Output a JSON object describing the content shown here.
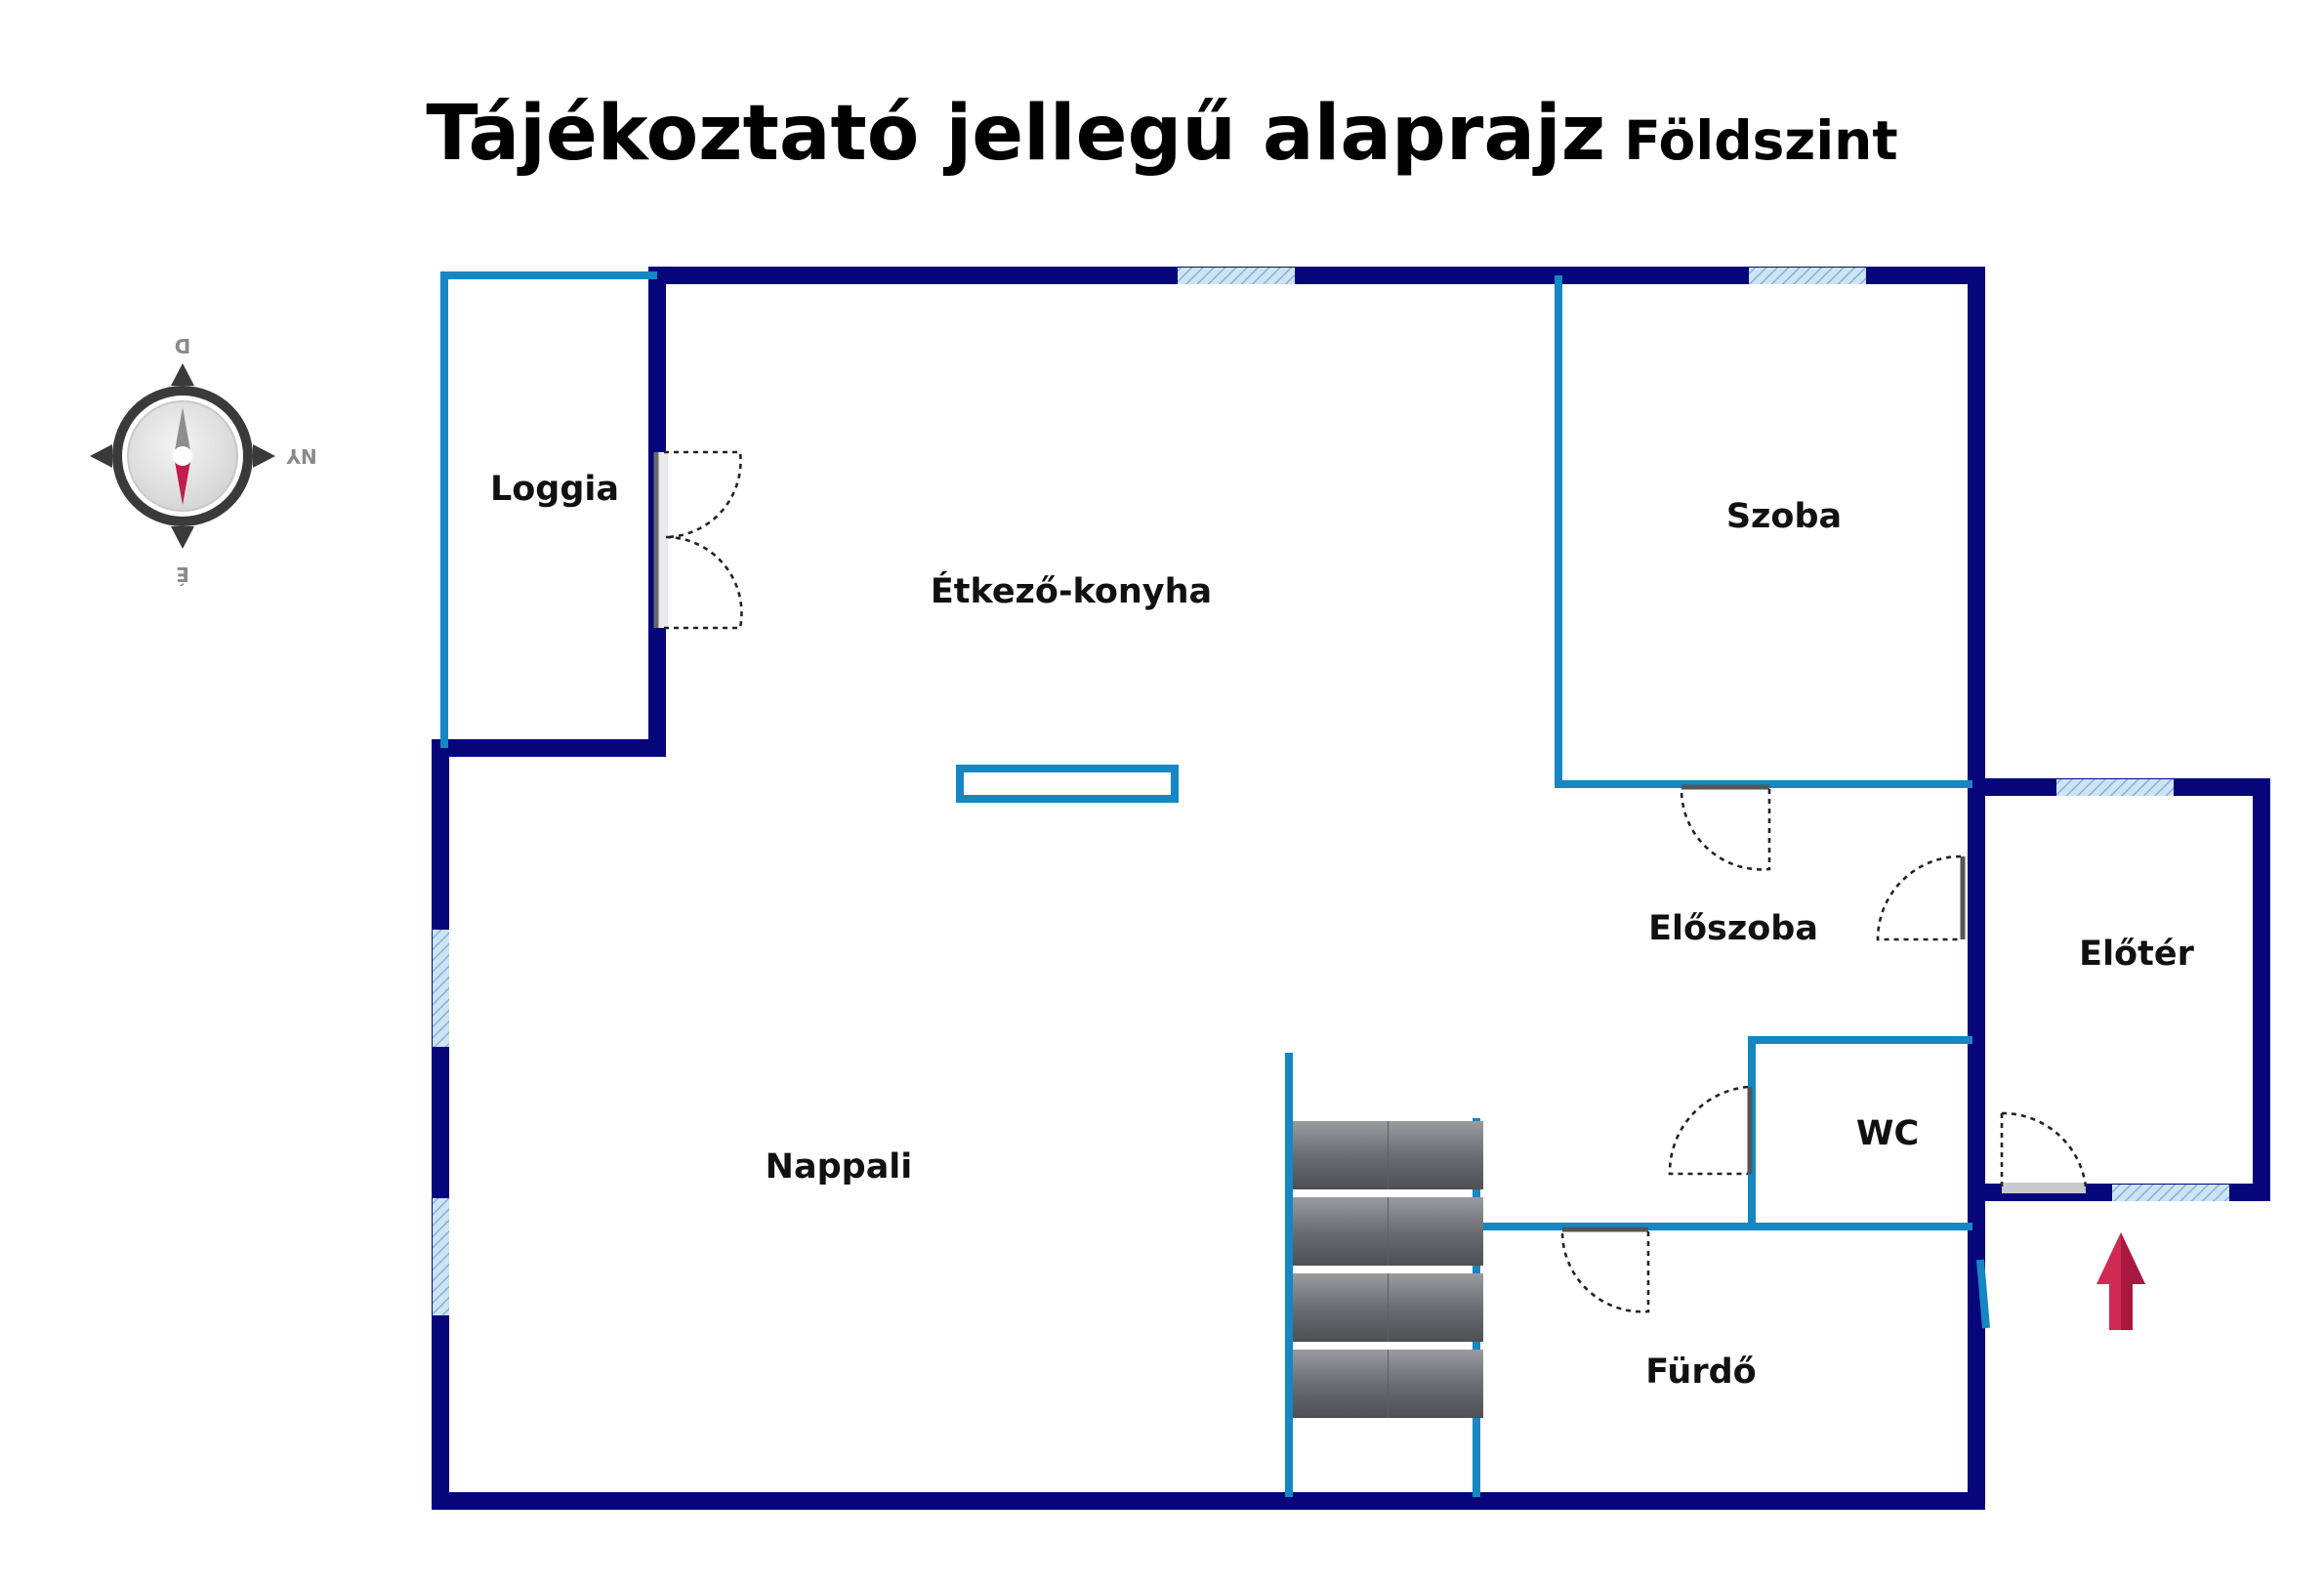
{
  "title": {
    "main": "Tájékoztató jellegű alaprajz",
    "sub": "Földszint"
  },
  "rooms": {
    "loggia": "Loggia",
    "etkezo": "Étkező-konyha",
    "szoba": "Szoba",
    "eloszoba": "Előszoba",
    "eloter": "Előtér",
    "wc": "WC",
    "nappali": "Nappali",
    "furdo": "Fürdő"
  },
  "compass": {
    "north": "É",
    "south": "D",
    "west": "NY",
    "east": ""
  },
  "colors": {
    "outer_wall": "#06067a",
    "inner_wall": "#1487c4",
    "window": "#9ec9e6",
    "stairs": "#6f7074",
    "entrance_arrow": "#d12a55"
  }
}
